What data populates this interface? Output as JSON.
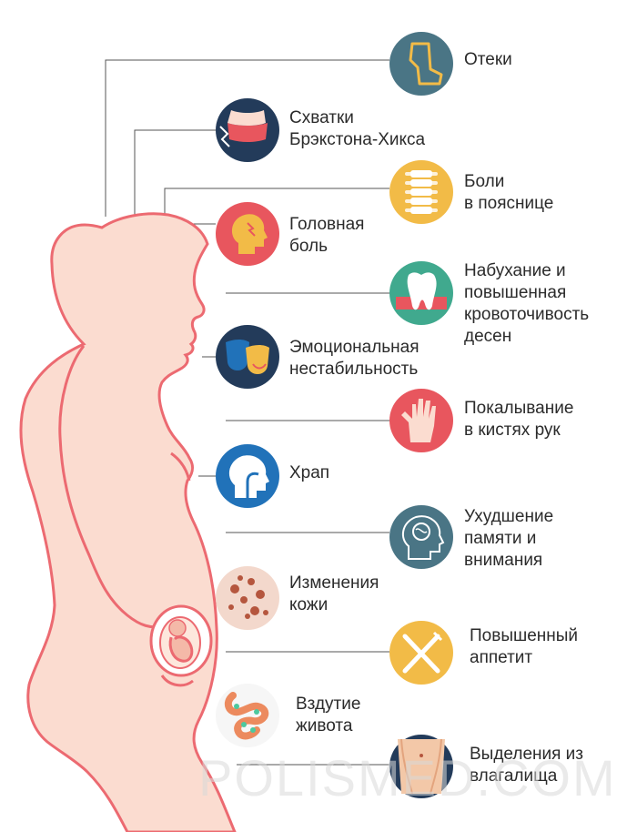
{
  "colors": {
    "body_fill": "#fbdcd0",
    "body_stroke": "#ec6a71",
    "line": "#555555",
    "slate": "#4a7585",
    "navy": "#233b5a",
    "yellow": "#f2bb47",
    "red": "#e8565e",
    "teal": "#40a98e",
    "blue": "#2172b9",
    "pink": "#f3d8cc"
  },
  "items": [
    {
      "id": "oteki",
      "icon": "leg-swelling-icon",
      "lines": [
        "Отеки"
      ]
    },
    {
      "id": "braxton",
      "icon": "contraction-icon",
      "lines": [
        "Схватки",
        "Брэкстона-Хикса"
      ]
    },
    {
      "id": "back",
      "icon": "spine-icon",
      "lines": [
        "Боли",
        "в пояснице"
      ]
    },
    {
      "id": "headache",
      "icon": "headache-icon",
      "lines": [
        "Головная",
        "боль"
      ]
    },
    {
      "id": "gums",
      "icon": "tooth-gum-icon",
      "lines": [
        "Набухание и",
        "повышенная",
        "кровоточивость",
        "десен"
      ]
    },
    {
      "id": "emotion",
      "icon": "theater-masks-icon",
      "lines": [
        "Эмоциональная",
        "нестабильность"
      ]
    },
    {
      "id": "tingling",
      "icon": "hand-icon",
      "lines": [
        "Покалывание",
        "в кистях рук"
      ]
    },
    {
      "id": "snoring",
      "icon": "head-airway-icon",
      "lines": [
        "Храп"
      ]
    },
    {
      "id": "memory",
      "icon": "brain-head-icon",
      "lines": [
        "Ухудшение",
        "памяти и",
        "внимания"
      ]
    },
    {
      "id": "skin",
      "icon": "skin-spots-icon",
      "lines": [
        "Изменения",
        "кожи"
      ]
    },
    {
      "id": "appetite",
      "icon": "fork-knife-icon",
      "lines": [
        "Повышенный",
        "аппетит"
      ]
    },
    {
      "id": "bloating",
      "icon": "intestine-icon",
      "lines": [
        "Вздутие",
        "живота"
      ]
    },
    {
      "id": "discharge",
      "icon": "pelvis-icon",
      "lines": [
        "Выделения из",
        "влагалища"
      ]
    }
  ],
  "watermark": "POLISMED.COM"
}
